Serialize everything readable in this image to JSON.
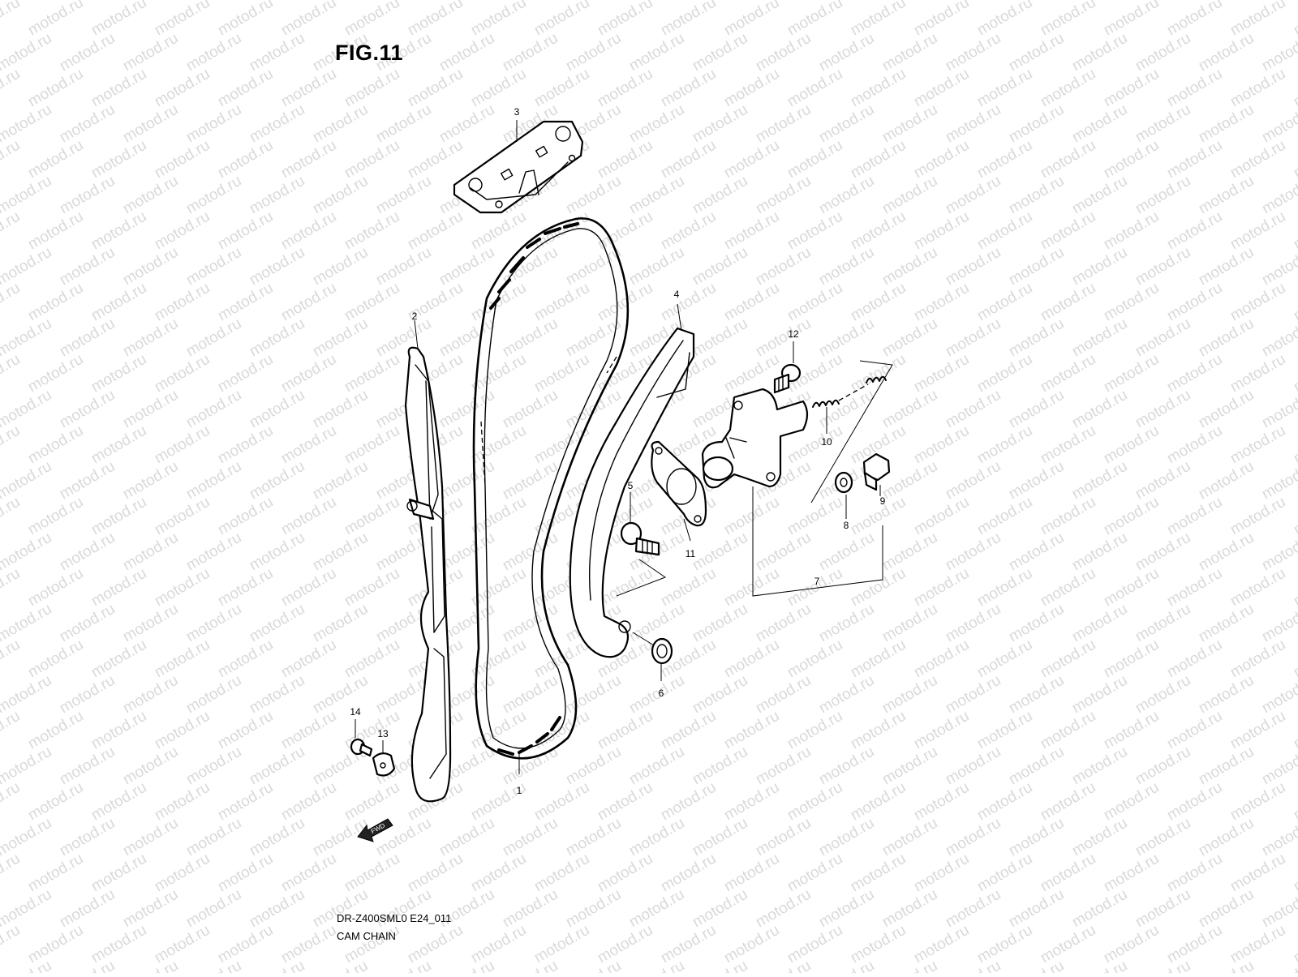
{
  "title": "FIG.11",
  "footer": {
    "model_code": "DR-Z400SML0 E24_011",
    "section_name": "CAM CHAIN"
  },
  "watermark_text": "motod.ru",
  "fwd_label": "FWD",
  "callouts": [
    {
      "id": "1",
      "label": "1"
    },
    {
      "id": "2",
      "label": "2"
    },
    {
      "id": "3",
      "label": "3"
    },
    {
      "id": "4",
      "label": "4"
    },
    {
      "id": "5",
      "label": "5"
    },
    {
      "id": "6",
      "label": "6"
    },
    {
      "id": "7",
      "label": "7"
    },
    {
      "id": "8",
      "label": "8"
    },
    {
      "id": "9",
      "label": "9"
    },
    {
      "id": "10",
      "label": "10"
    },
    {
      "id": "11",
      "label": "11"
    },
    {
      "id": "12",
      "label": "12"
    },
    {
      "id": "13",
      "label": "13"
    },
    {
      "id": "14",
      "label": "14"
    }
  ]
}
